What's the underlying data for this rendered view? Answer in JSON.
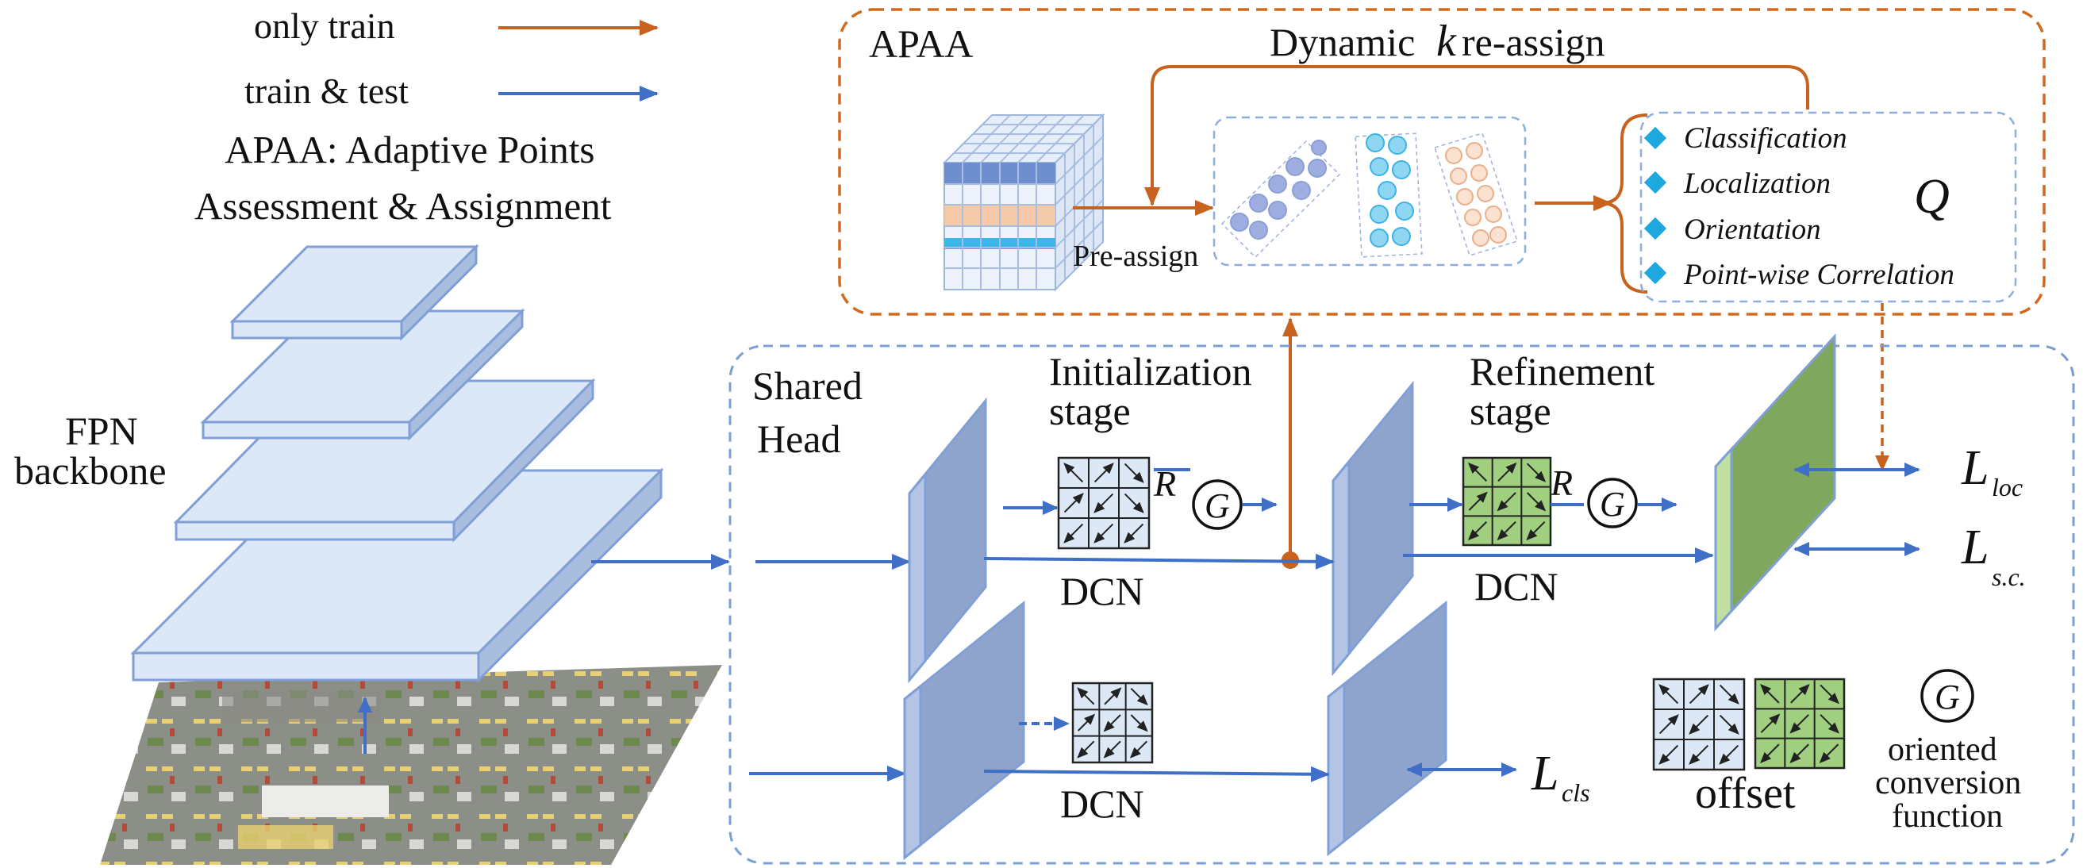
{
  "legend": {
    "only_train": "only train",
    "train_test": "train & test",
    "apaa_line1": "APAA: Adaptive Points",
    "apaa_line2": "Assessment & Assignment"
  },
  "fpn": {
    "line1": "FPN",
    "line2": "backbone"
  },
  "apaa_box": {
    "label": "APAA",
    "dynamic_prefix": "Dynamic",
    "dynamic_k": "k",
    "dynamic_suffix": "re-assign",
    "pre_assign": "Pre-assign",
    "q_symbol": "Q",
    "quality_items": [
      "Classification",
      "Localization",
      "Orientation",
      "Point-wise Correlation"
    ]
  },
  "head": {
    "shared_line1": "Shared",
    "shared_line2": "Head",
    "init_line1": "Initialization",
    "init_line2": "stage",
    "refine_line1": "Refinement",
    "refine_line2": "stage",
    "dcn": "DCN",
    "r_symbol": "R",
    "g_symbol": "G",
    "loss_symbol": "L",
    "loss_loc_sub": "loc",
    "loss_sc_sub": "s.c.",
    "loss_cls_sub": "cls"
  },
  "key": {
    "offset": "offset",
    "g_line1": "oriented",
    "g_line2": "conversion",
    "g_line3": "function"
  },
  "colors": {
    "orange": "#c8621f",
    "blue": "#4472c4",
    "dash_blue": "#7b9fd4",
    "layer_fill": "#dce8f8",
    "layer_side": "#a9bddf",
    "slab_front": "#b4c4e4",
    "slab_face": "#8fa4cc",
    "offset_blue": "#dce8f5",
    "offset_green": "#9fcf7f",
    "green_face": "#7fa85e",
    "green_edge": "#bfe0a0",
    "diamond": "#1ea8e0"
  }
}
